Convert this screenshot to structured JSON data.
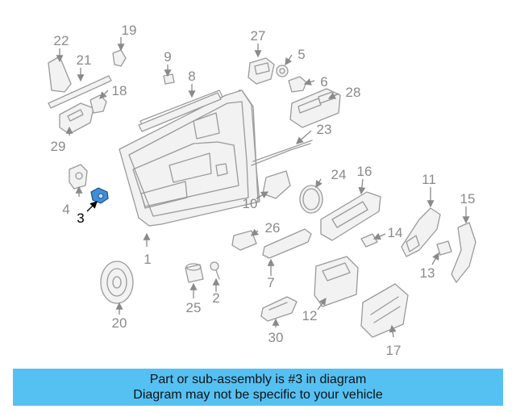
{
  "diagram": {
    "highlight_color": "#3f8fd8",
    "callouts": [
      "1",
      "2",
      "3",
      "4",
      "5",
      "6",
      "7",
      "8",
      "9",
      "10",
      "11",
      "12",
      "13",
      "14",
      "15",
      "16",
      "17",
      "18",
      "19",
      "20",
      "21",
      "22",
      "23",
      "24",
      "25",
      "26",
      "27",
      "28",
      "29",
      "30"
    ],
    "highlighted": "3"
  },
  "banner": {
    "line1": "Part or sub-assembly is #3 in diagram",
    "line2": "Diagram may not be specific to your vehicle",
    "color": "#55c1f2"
  }
}
